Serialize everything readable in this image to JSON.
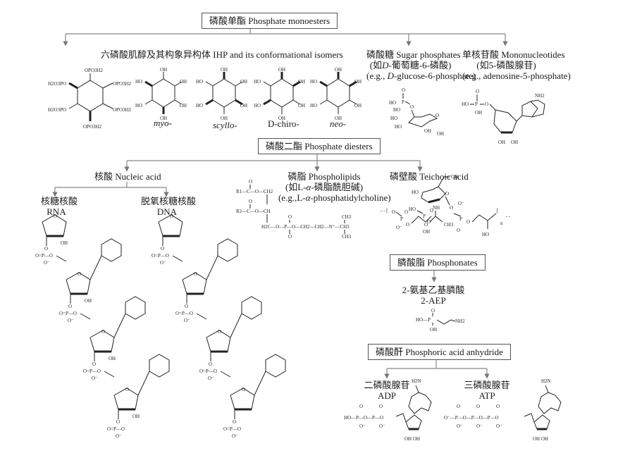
{
  "monoesters": {
    "title": "磷酸单酯 Phosphate monoesters",
    "ihp": {
      "label": "六磷酸肌醇及其构象异构体 IHP and its conformational isomers",
      "isomers": [
        "myo-",
        "scyllo-",
        "D-chiro-",
        "neo-"
      ],
      "group": "OPO3H2",
      "group_left": "H2O3PO",
      "oh": "OH",
      "ho": "HO"
    },
    "sugar": {
      "line1": "磷酸糖 Sugar phosphates",
      "line2_pre": "(如",
      "line2_it": "D",
      "line2_post": "-葡萄糖-6-磷酸)",
      "line3_pre": "(e.g., ",
      "line3_it": "D",
      "line3_post": "-glucose-6-phosphate)"
    },
    "mono": {
      "line1": "单核苷酸 Mononucleotides",
      "line2": "(如5-磷酸腺苷)",
      "line3": "(e.g., adenosine-5-phosphate)"
    }
  },
  "diesters": {
    "title": "磷酸二酯 Phosphate diesters",
    "nucleic": {
      "label": "核酸 Nucleic acid",
      "rna_cn": "核糖核酸",
      "rna": "RNA",
      "dna_cn": "脱氧核糖核酸",
      "dna": "DNA"
    },
    "phospholipids": {
      "line1": "磷脂 Phospholipids",
      "line2_pre": "(如L-",
      "line2_it": "α",
      "line2_post": "-磷脂酰胆碱)",
      "line3_pre": "(e.g.,L-",
      "line3_it": "α",
      "line3_post": "-phosphatidylcholine)"
    },
    "teichoic": {
      "label": "磷壁酸 Teichoic acid",
      "repeat": "n"
    }
  },
  "phosphonates": {
    "title": "膦酸脂 Phosphonates",
    "cn": "2-氨基乙基膦酸",
    "abbr": "2-AEP"
  },
  "anhydride": {
    "title": "磷酸酐 Phosphoric acid anhydride",
    "adp_cn": "二磷酸腺苷",
    "adp": "ADP",
    "atp_cn": "三磷酸腺苷",
    "atp": "ATP"
  },
  "atoms": {
    "nh2": "NH2",
    "h2n": "H2N",
    "oh": "OH",
    "ho": "HO",
    "o": "O",
    "n": "N",
    "nh": "NH",
    "p": "P",
    "ominus": "O⁻",
    "ch3": "CH3",
    "ch2": "CH2",
    "r1": "R1",
    "r2": "R2"
  }
}
